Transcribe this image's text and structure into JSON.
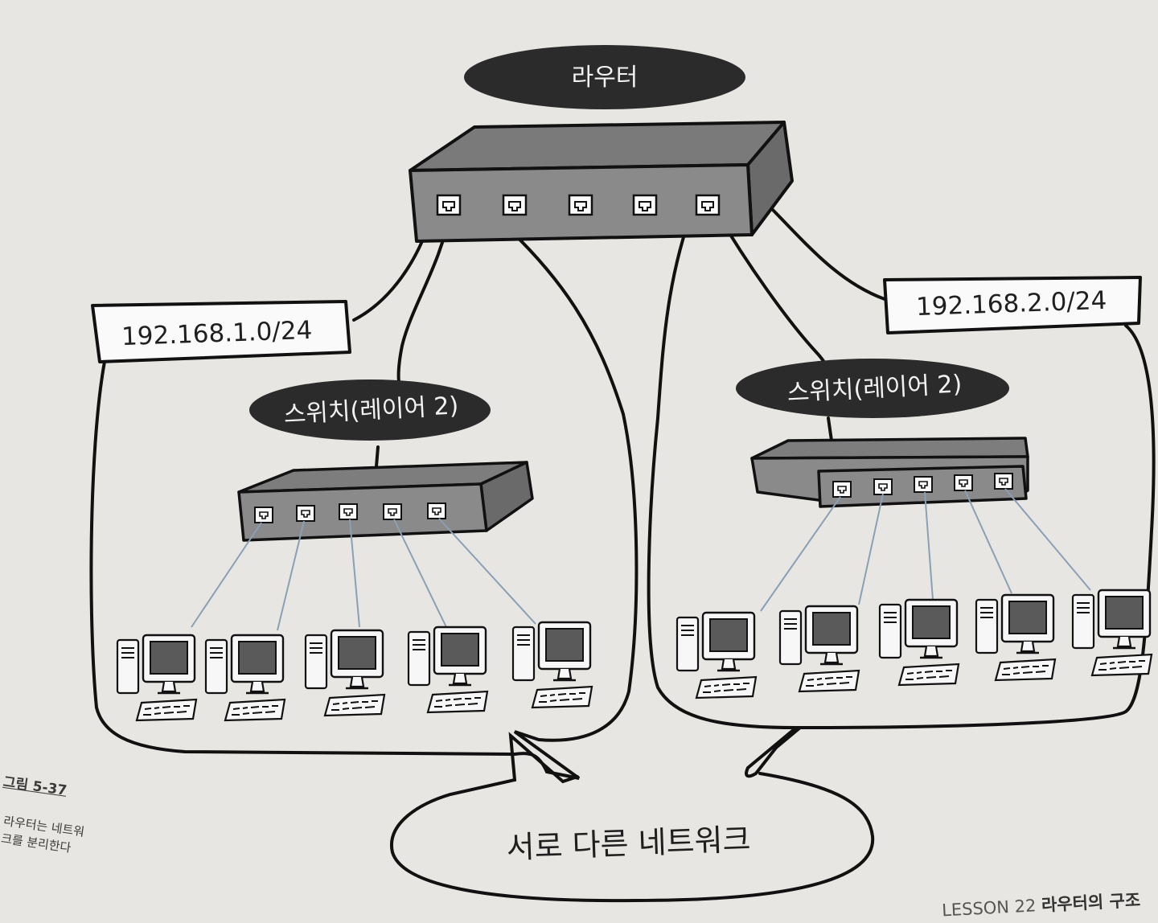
{
  "router": {
    "label": "라우터"
  },
  "networks": {
    "left": {
      "address": "192.168.1.0/24",
      "switch_label": "스위치(레이어 2)"
    },
    "right": {
      "address": "192.168.2.0/24",
      "switch_label": "스위치(레이어 2)"
    }
  },
  "bubble": {
    "label": "서로 다른 네트워크"
  },
  "caption": {
    "number": "그림 5-37",
    "description": "라우터는 네트워크를 분리한다"
  },
  "footer": {
    "lesson": "LESSON 22",
    "title": "라우터의 구조"
  }
}
